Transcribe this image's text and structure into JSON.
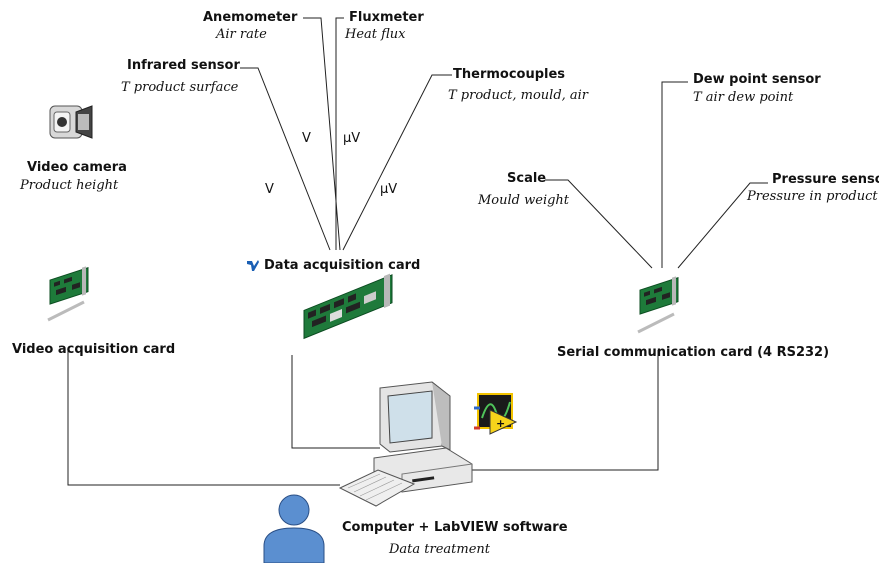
{
  "sensors": {
    "anemometer": {
      "name": "Anemometer",
      "measure": "Air rate"
    },
    "fluxmeter": {
      "name": "Fluxmeter",
      "measure": "Heat flux"
    },
    "infrared": {
      "name": "Infrared sensor",
      "measure": "T product surface"
    },
    "thermocouples": {
      "name": "Thermocouples",
      "measure": "T product, mould, air"
    },
    "dew_point": {
      "name": "Dew point sensor",
      "measure": "T air dew point"
    },
    "scale": {
      "name": "Scale",
      "measure": "Mould weight"
    },
    "pressure": {
      "name": "Pressure sensor",
      "measure": "Pressure in product"
    },
    "video_camera": {
      "name": "Video camera",
      "measure": "Product height"
    }
  },
  "signals": {
    "infrared_v1": "V",
    "infrared_v2": "V",
    "flux_uv1": "μV",
    "thermo_uv": "μV"
  },
  "cards": {
    "daq": "Data acquisition card",
    "video": "Video acquisition card",
    "serial": "Serial communication card (4 RS232)"
  },
  "computer": {
    "name": "Computer + LabVIEW software",
    "role": "Data treatment"
  },
  "icons": [
    "video-camera-icon",
    "acquisition-card-icon",
    "ni-logo-icon",
    "computer-icon",
    "keyboard-icon",
    "labview-icon",
    "user-icon"
  ]
}
